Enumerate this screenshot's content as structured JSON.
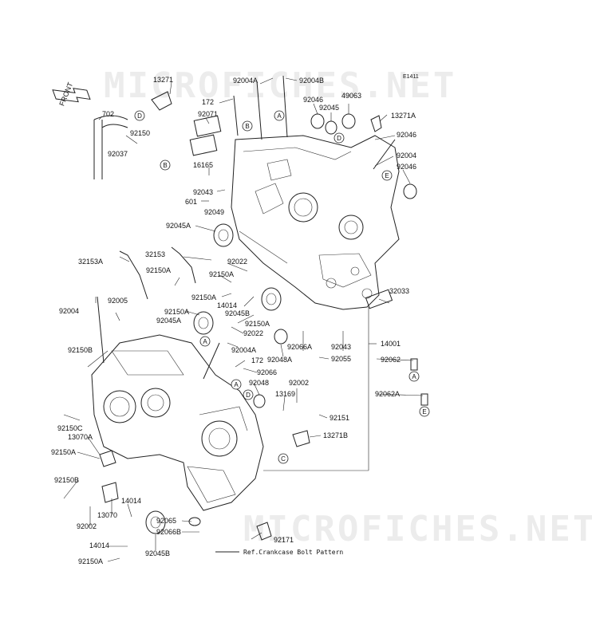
{
  "diagram_code": "E1411",
  "watermark": "MICROFICHES.NET",
  "front_label": "FRONT",
  "ref_note": "Ref.Crankcase Bolt Pattern",
  "labels": {
    "p13271": "13271",
    "p92004A_top": "92004A",
    "p92004B": "92004B",
    "p172_top": "172",
    "p92046_a": "92046",
    "p49063": "49063",
    "p702": "702",
    "p92071": "92071",
    "p92045_top": "92045",
    "p13271A": "13271A",
    "p92150_top": "92150",
    "p92046_b": "92046",
    "p92037": "92037",
    "p92004_r": "92004",
    "p92046_c": "92046",
    "p16165": "16165",
    "p92043_l": "92043",
    "p601": "601",
    "p92049": "92049",
    "p92045A_top": "92045A",
    "p32153A": "32153A",
    "p32153": "32153",
    "p92022_top": "92022",
    "p92150A_1": "92150A",
    "p92150A_2": "92150A",
    "p14014_top": "14014",
    "p92150A_3": "92150A",
    "p92045A_mid": "92045A",
    "p92004_l": "92004",
    "p92005": "92005",
    "p92045B_mid": "92045B",
    "p92150A_4": "92150A",
    "p92022_mid": "92022",
    "p32033": "32033",
    "p92066A": "92066A",
    "p92043_r": "92043",
    "p92048A": "92048A",
    "p92055": "92055",
    "p14001": "14001",
    "p92004A_mid": "92004A",
    "p172_mid": "172",
    "p92062": "92062",
    "p92150B_top": "92150B",
    "p92066": "92066",
    "p92048": "92048",
    "p92002_r": "92002",
    "p13169": "13169",
    "p92062A": "92062A",
    "p92150C": "92150C",
    "p13070A": "13070A",
    "p92151": "92151",
    "p13271B": "13271B",
    "p92150A_5": "92150A",
    "p92150B_bot": "92150B",
    "p14014_bot1": "14014",
    "p13070": "13070",
    "p92002_l": "92002",
    "p92065": "92065",
    "p92066B": "92066B",
    "p92171": "92171",
    "p14014_bot2": "14014",
    "p92045B_bot": "92045B",
    "p92150A_6": "92150A"
  },
  "circle_refs": [
    "A",
    "B",
    "C",
    "D",
    "E"
  ]
}
